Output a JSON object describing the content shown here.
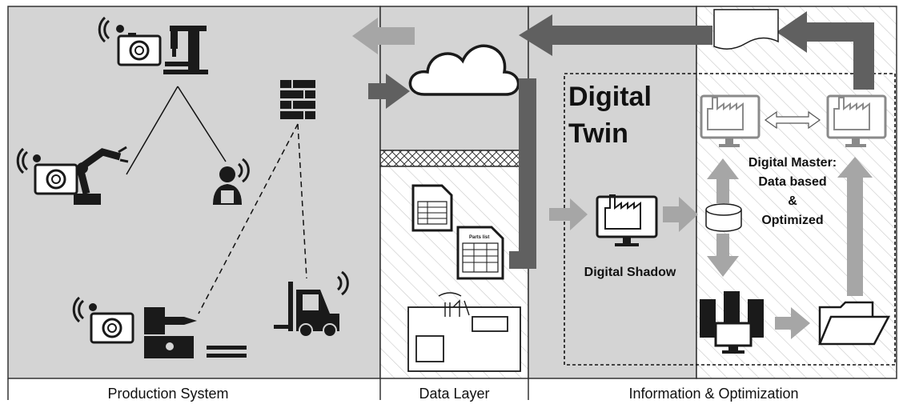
{
  "sections": {
    "production": "Production System",
    "data_layer": "Data Layer",
    "info_opt": "Information & Optimization"
  },
  "digital_twin": {
    "line1": "Digital",
    "line2": "Twin"
  },
  "digital_master": {
    "line1": "Digital Master:",
    "line2": "Data based",
    "line3": "&",
    "line4": "Optimized"
  },
  "digital_shadow": "Digital Shadow",
  "parts_list_header": "Parts list",
  "colors": {
    "panel_gray": "#d4d4d4",
    "arrow_gray": "#606060",
    "light_arrow": "#a6a6a6",
    "icon_dark": "#1a1a1a"
  }
}
